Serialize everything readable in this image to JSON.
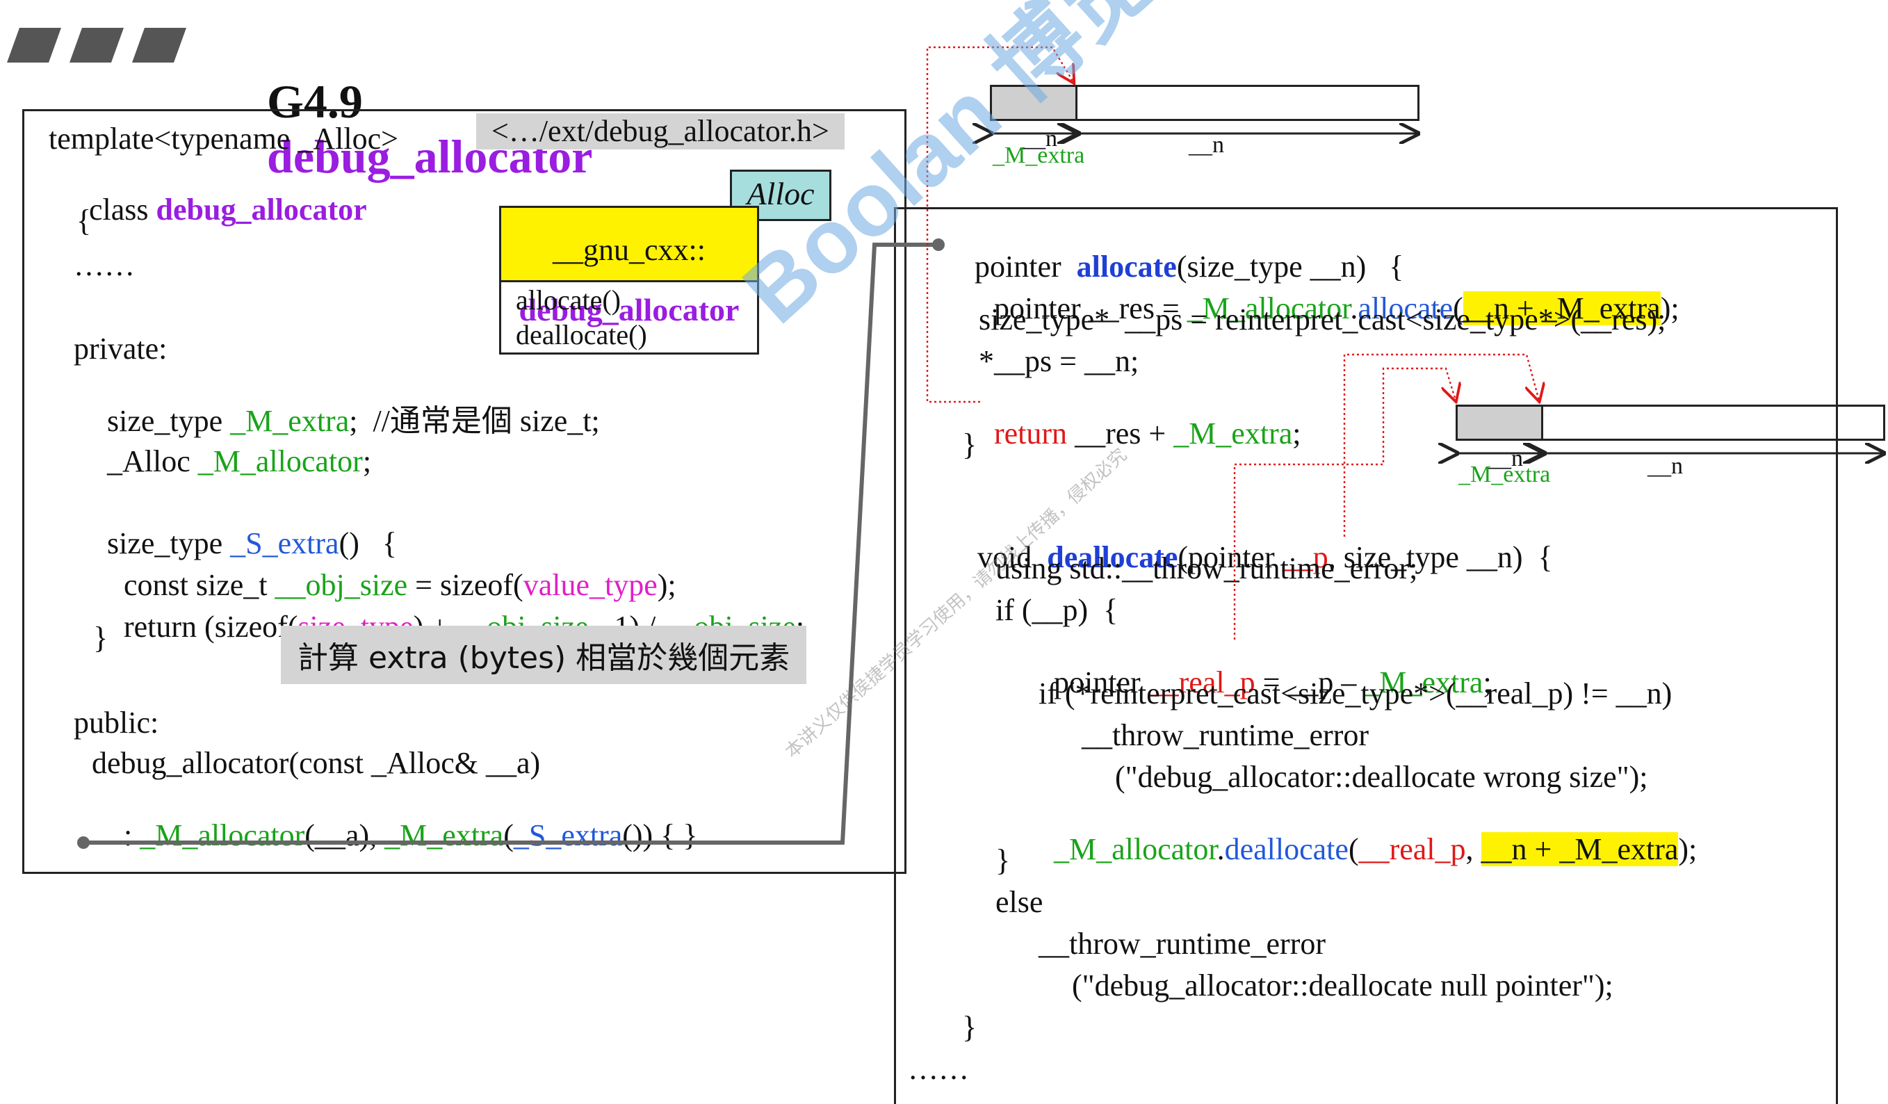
{
  "title": {
    "prefix": "G4.9",
    "name": "debug_allocator"
  },
  "left": {
    "header_path": "<…/ext/debug_allocator.h>",
    "uml": {
      "tag": "Alloc",
      "namespace": "__gnu_cxx::",
      "class": "debug_allocator",
      "methods": [
        "allocate()",
        "deallocate()"
      ]
    },
    "line1": "template<typename _Alloc>",
    "line2_kw": "class",
    "line2_name": "debug_allocator",
    "brace_open": "{",
    "ellipsis": "……",
    "private": "private:",
    "member1_type": "size_type",
    "member1_name": "_M_extra",
    "member1_rest": ";  //通常是個 size_t;",
    "member2_type": "_Alloc",
    "member2_name": "_M_allocator",
    "member2_rest": ";",
    "fn_type": "size_type",
    "fn_name": "_S_extra",
    "fn_rest": "()   {",
    "c1_a": "const size_t ",
    "c1_b": "__obj_size",
    "c1_c": " = sizeof(",
    "c1_d": "value_type",
    "c1_e": ");",
    "c2_a": "return (sizeof(",
    "c2_b": "size_type",
    "c2_c": ") + ",
    "c2_d": "__obj_size",
    "c2_e": " - 1) / ",
    "c2_f": "__obj_size",
    "c2_g": ";",
    "brace_close": "}",
    "note": "計算 extra (bytes) 相當於幾個元素",
    "public": "public:",
    "ctor": "debug_allocator(const _Alloc& __a)",
    "init_a": ": ",
    "init_b": "_M_allocator",
    "init_c": "(__a), ",
    "init_d": "_M_extra",
    "init_e": "(",
    "init_f": "_S_extra",
    "init_g": "()) { }"
  },
  "right": {
    "a1_a": "pointer  ",
    "a1_b": "allocate",
    "a1_c": "(size_type __n)   {",
    "a2_a": "pointer __res = ",
    "a2_b": "_M_allocator",
    "a2_c": ".",
    "a2_d": "allocate",
    "a2_e": "(",
    "a2_f": "__n + _M_extra",
    "a2_g": ");",
    "a3": "size_type*  __ps = reinterpret_cast<size_type*>(__res);",
    "a4": "*__ps = __n;",
    "a5_a": "return",
    "a5_b": " __res + ",
    "a5_c": "_M_extra",
    "a5_d": ";",
    "a6": "}",
    "d1_a": "void  ",
    "d1_b": "deallocate",
    "d1_c": "(pointer ",
    "d1_d": "__p",
    "d1_e": ", size_type __n)  {",
    "d2": "using std::__throw_runtime_error;",
    "d3": "if (__p)  {",
    "d4_a": "pointer ",
    "d4_b": "__real_p",
    "d4_c": " = __p – ",
    "d4_d": "_M_extra",
    "d4_e": ";",
    "d5": "if (*reinterpret_cast<size_type*>(__real_p) != __n)",
    "d6": "__throw_runtime_error",
    "d7": "(\"debug_allocator::deallocate wrong size\");",
    "d8_a": "_M_allocator",
    "d8_b": ".",
    "d8_c": "deallocate",
    "d8_d": "(",
    "d8_e": "__real_p",
    "d8_f": ", ",
    "d8_g": "__n + _M_extra",
    "d8_h": ");",
    "d9": "}",
    "d10": "else",
    "d11": "__throw_runtime_error",
    "d12": "(\"debug_allocator::deallocate null pointer\");",
    "d13": "}",
    "ellipsis": "……"
  },
  "mem1": {
    "cell": "__n",
    "extra": "_M_extra",
    "n": "__n"
  },
  "mem2": {
    "cell": "__n",
    "extra": "_M_extra",
    "n": "__n"
  },
  "watermark": {
    "brand": "Boolan 博览网",
    "small": "本讲义仅供侯捷学员学习使用，请勿线上传播，侵权必究"
  }
}
